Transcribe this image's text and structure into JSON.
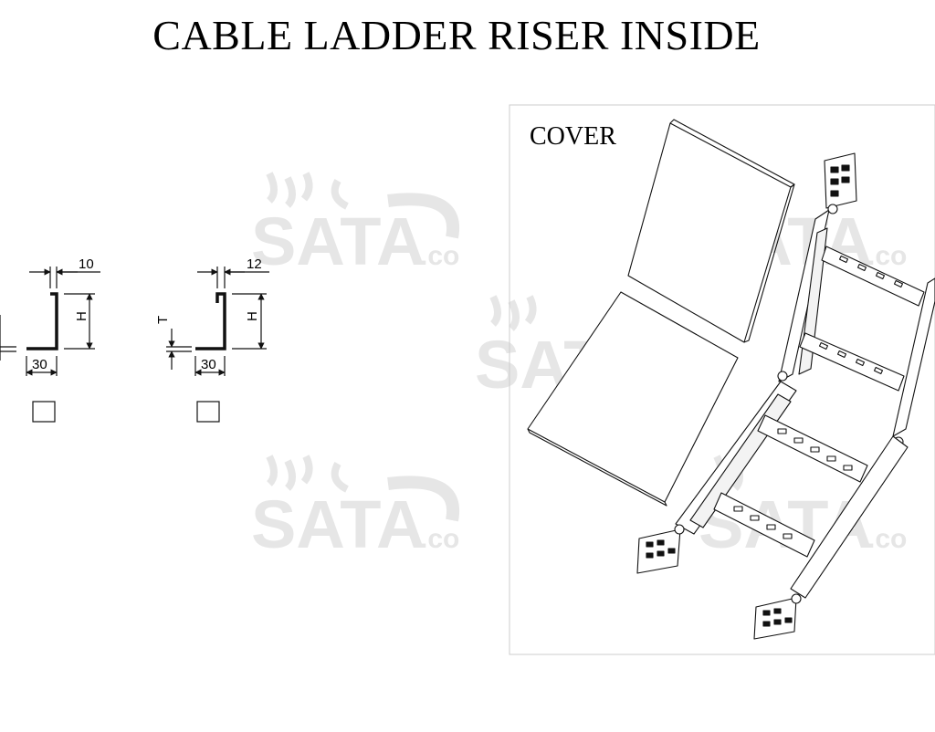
{
  "title": "CABLE LADDER RISER INSIDE",
  "cover_label": "COVER",
  "watermark": {
    "brand": "SATA",
    "suffix": ".co",
    "color": "#e6e6e6"
  },
  "profiles": [
    {
      "name": "profile-1",
      "lip_dim": "10",
      "base_dim": "30",
      "height_label": "H",
      "thickness_label": ""
    },
    {
      "name": "profile-2",
      "lip_dim": "12",
      "base_dim": "30",
      "height_label": "H",
      "thickness_label": "T"
    }
  ],
  "colors": {
    "line": "#111111",
    "panel_border": "#cccccc",
    "watermark": "#e6e6e6"
  }
}
